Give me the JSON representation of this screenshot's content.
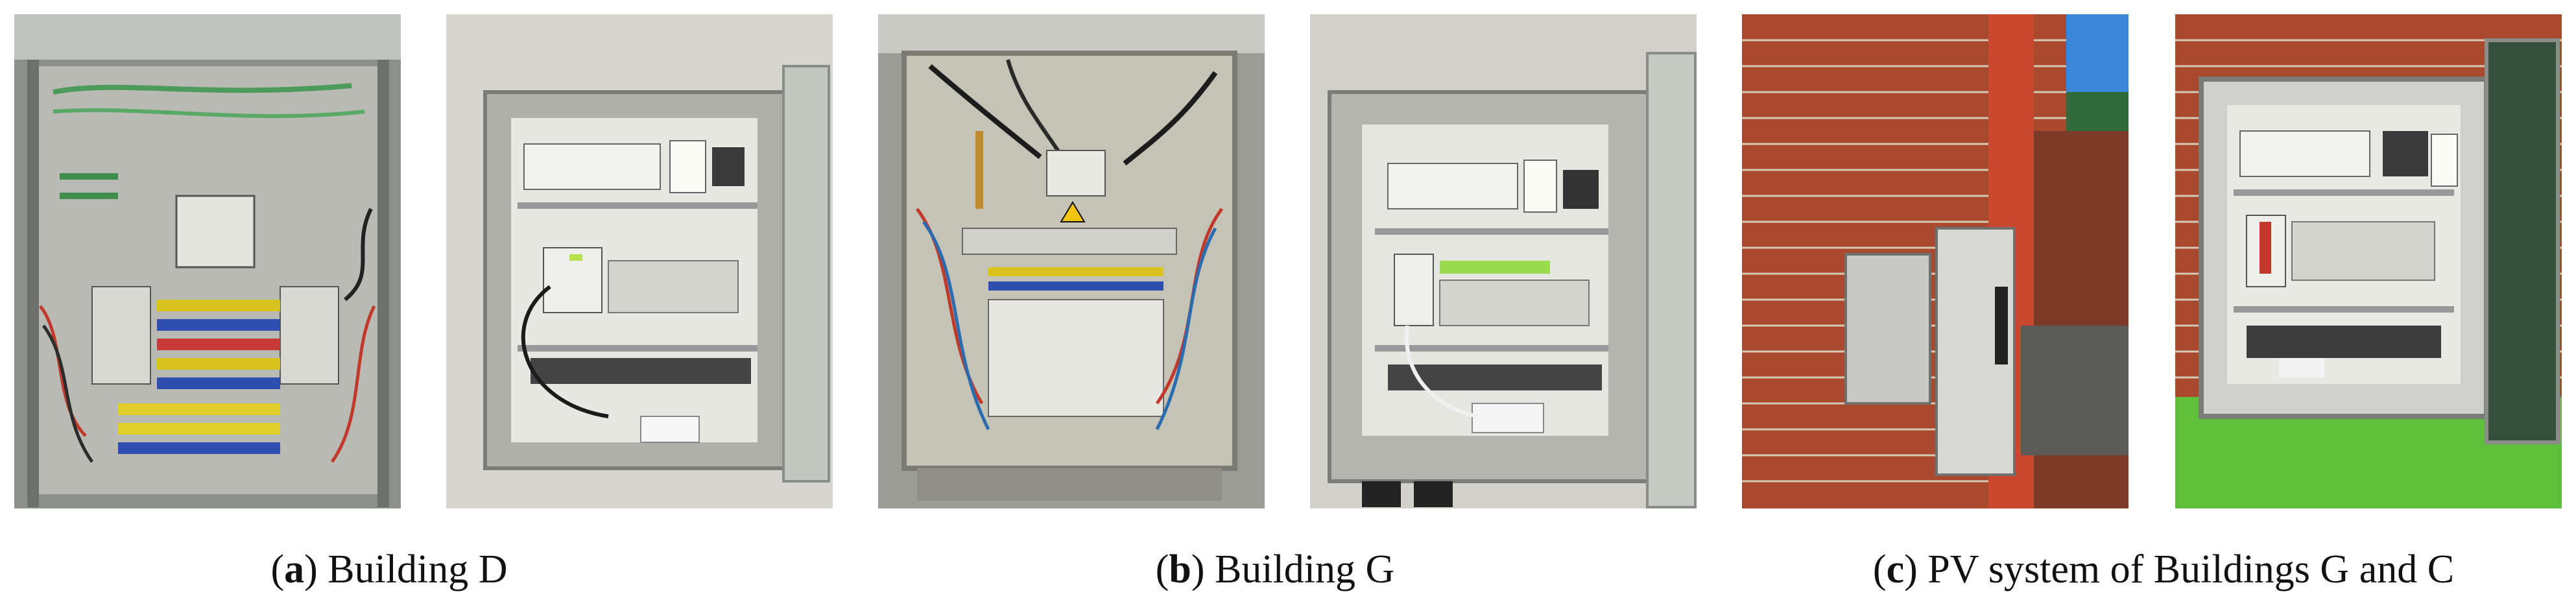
{
  "figure": {
    "captions": [
      {
        "letter": "a",
        "text": "Building D"
      },
      {
        "letter": "b",
        "text": "Building G"
      },
      {
        "letter": "c",
        "text": "PV system of Buildings G and C"
      }
    ]
  }
}
